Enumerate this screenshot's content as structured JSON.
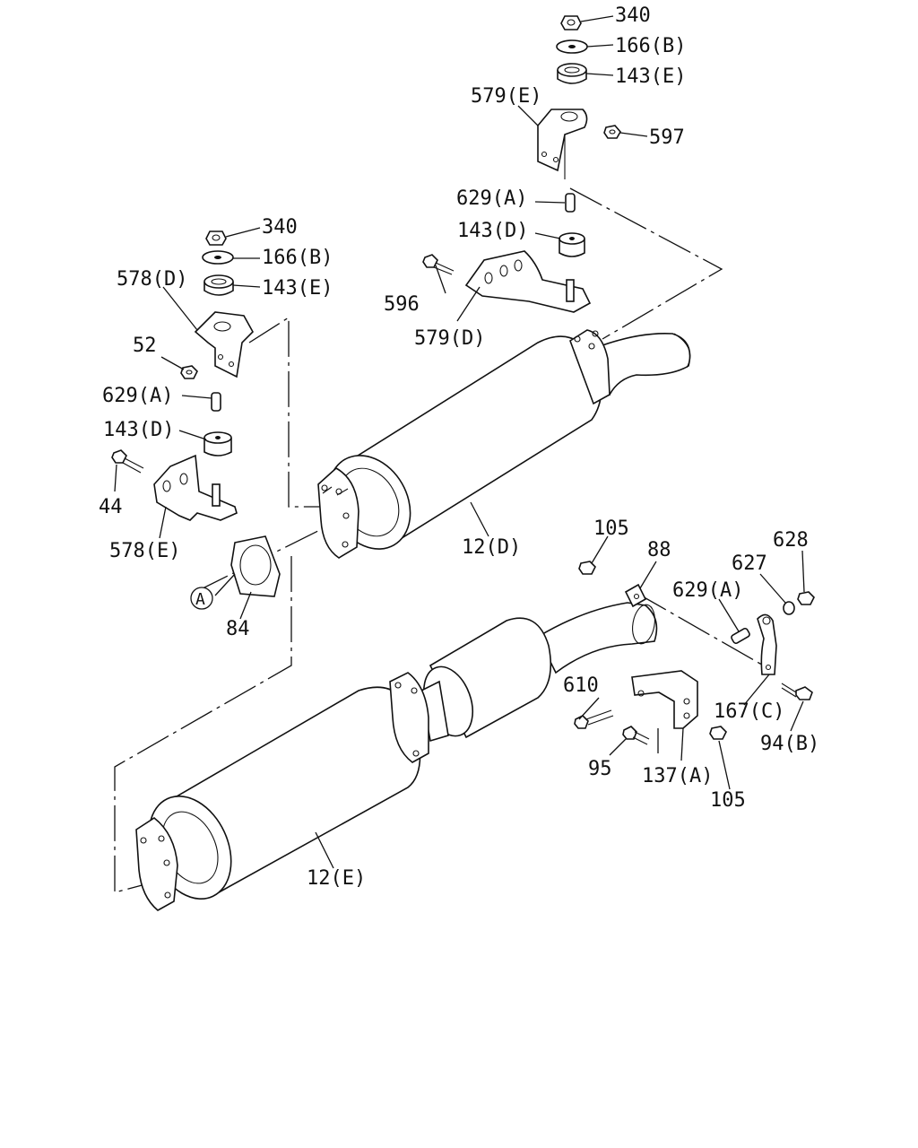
{
  "callouts": {
    "top_nut_340": "340",
    "top_washer_166b": "166(B)",
    "top_bush_143e": "143(E)",
    "top_bracket_579e": "579(E)",
    "top_nut_597": "597",
    "top_collar_629a": "629(A)",
    "top_bush_143d": "143(D)",
    "top_bolt_596": "596",
    "top_bracket_579d": "579(D)",
    "left_nut_340": "340",
    "left_washer_166b": "166(B)",
    "left_bracket_578d": "578(D)",
    "left_bush_143e": "143(E)",
    "left_nut_52": "52",
    "left_collar_629a": "629(A)",
    "left_bush_143d": "143(D)",
    "left_bolt_44": "44",
    "left_bracket_578e": "578(E)",
    "muffler_12d": "12(D)",
    "gasket_84": "84",
    "ref_a": "A",
    "nut_105_top": "105",
    "bracket_88": "88",
    "nut_628": "628",
    "washer_627": "627",
    "collar_629a_right": "629(A)",
    "bolt_610": "610",
    "bracket_167c": "167(C)",
    "bolt_94b": "94(B)",
    "bolt_95": "95",
    "bracket_137a": "137(A)",
    "nut_105_bottom": "105",
    "muffler_12e": "12(E)"
  }
}
